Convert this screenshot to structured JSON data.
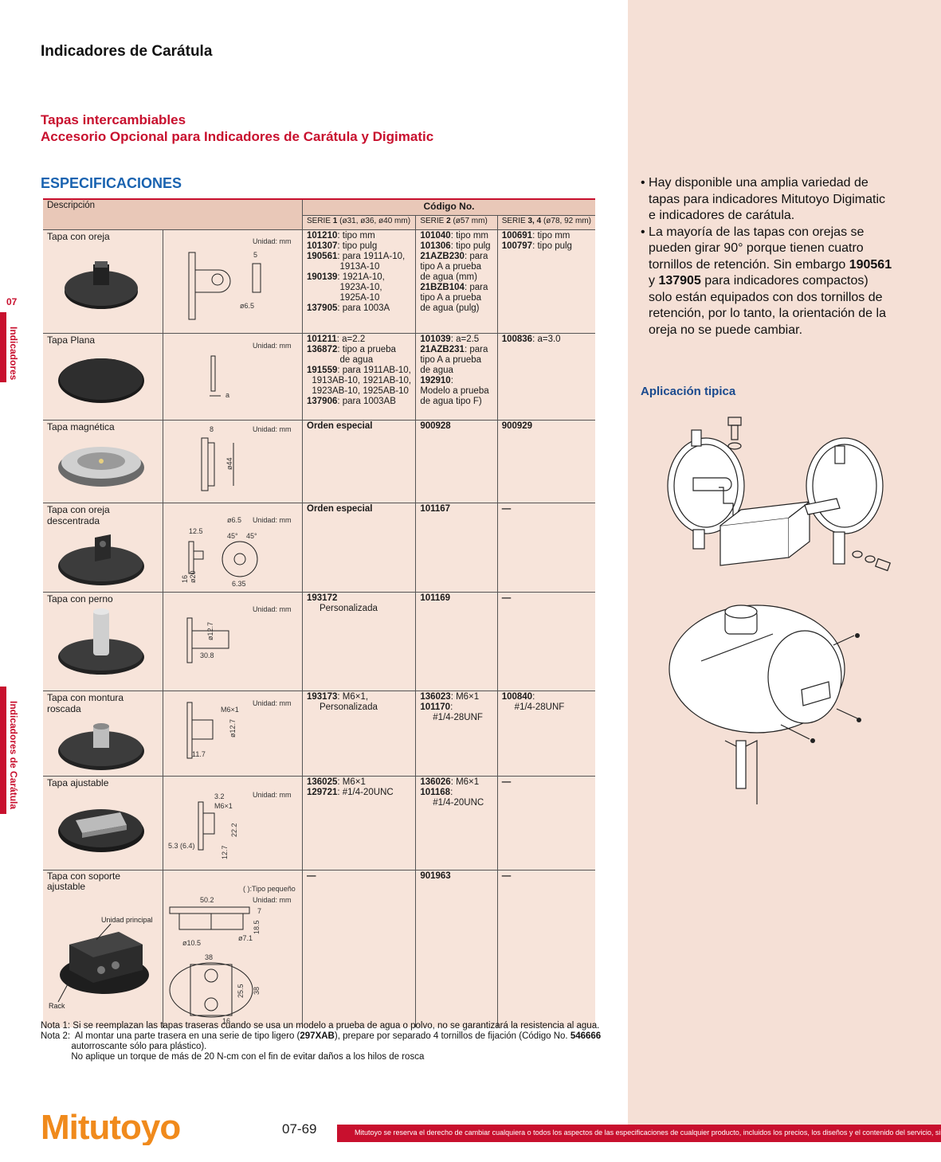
{
  "title": "Indicadores de Carátula",
  "subtitle_lines": [
    "Tapas intercambiables",
    "Accesorio Opcional para Indicadores de Carátula y Digimatic"
  ],
  "spec_heading": "ESPECIFICACIONES",
  "side": {
    "number": "07",
    "tab1": "Indicadores",
    "tab2": "Indicadores de Carátula"
  },
  "table": {
    "header": {
      "description": "Descripción",
      "code_no": "Código No.",
      "series": [
        "SERIE 1 (ø31, ø36, ø40 mm)",
        "SERIE 2 (ø57 mm)",
        "SERIE 3, 4 (ø78, 92 mm)"
      ]
    },
    "rows": [
      {
        "desc": "Tapa con oreja",
        "unit": "Unidad: mm",
        "s1": [
          "101210: tipo mm",
          "101307: tipo pulg",
          "190561: para 1911A-10,",
          "             1913A-10",
          "190139: 1921A-10,",
          "             1923A-10,",
          "             1925A-10",
          "137905: para 1003A"
        ],
        "s2": [
          "101040: tipo mm",
          "101306: tipo pulg",
          "21AZB230: para",
          "tipo A a prueba",
          "de agua (mm)",
          "21BZB104: para",
          "tipo A a prueba",
          "de agua (pulg)"
        ],
        "s3": [
          "100691: tipo mm",
          "100797: tipo pulg"
        ]
      },
      {
        "desc": "Tapa Plana",
        "unit": "Unidad: mm",
        "s1": [
          "101211: a=2.2",
          "136872: tipo a prueba",
          "             de agua",
          "191559: para 1911AB-10,",
          "  1913AB-10, 1921AB-10,",
          "  1923AB-10, 1925AB-10",
          "137906: para 1003AB"
        ],
        "s2": [
          "101039: a=2.5",
          "21AZB231: para",
          "tipo A a prueba",
          "de agua",
          "192910:",
          "Modelo a prueba",
          "de agua tipo F)"
        ],
        "s3": [
          "100836: a=3.0"
        ]
      },
      {
        "desc": "Tapa magnética",
        "unit": "Unidad: mm",
        "s1": [
          "Orden especial"
        ],
        "s2": [
          "900928"
        ],
        "s3": [
          "900929"
        ]
      },
      {
        "desc": "Tapa con oreja descentrada",
        "unit": "Unidad: mm",
        "s1": [
          "Orden especial"
        ],
        "s2": [
          "101167"
        ],
        "s3": [
          "—"
        ]
      },
      {
        "desc": "Tapa con perno",
        "unit": "Unidad: mm",
        "s1": [
          "193172",
          "     Personalizada"
        ],
        "s2": [
          "101169"
        ],
        "s3": [
          "—"
        ]
      },
      {
        "desc": "Tapa con montura roscada",
        "unit": "Unidad: mm",
        "s1": [
          "193173: M6×1,",
          "     Personalizada"
        ],
        "s2": [
          "136023: M6×1",
          "101170:",
          "     #1/4-28UNF"
        ],
        "s3": [
          "100840:",
          "     #1/4-28UNF"
        ]
      },
      {
        "desc": "Tapa ajustable",
        "unit": "Unidad: mm",
        "s1": [
          "136025: M6×1",
          "129721: #1/4-20UNC"
        ],
        "s2": [
          "136026: M6×1",
          "101168:",
          "     #1/4-20UNC"
        ],
        "s3": [
          "—"
        ]
      },
      {
        "desc": "Tapa con soporte\najustable",
        "unit": "Unidad: mm",
        "s1": [
          "—"
        ],
        "s2": [
          "901963"
        ],
        "s3": [
          "—"
        ]
      }
    ],
    "dims": {
      "r1": [
        "5",
        "ø6.5"
      ],
      "r2": [
        "a"
      ],
      "r3": [
        "8",
        "ø44"
      ],
      "r4": [
        "ø6.5",
        "12.5",
        "45°",
        "45°",
        "16",
        "ø20",
        "6.35"
      ],
      "r5": [
        "ø12.7",
        "30.8"
      ],
      "r6": [
        "M6×1",
        "ø12.7",
        "11.7"
      ],
      "r7": [
        "3.2",
        "M6×1",
        "22.2",
        "12.7",
        "5.3 (6.4)"
      ],
      "r8": [
        "( ):Tipo pequeño",
        "50.2",
        "7",
        "18.5",
        "ø10.5",
        "ø7.1",
        "38",
        "25.5",
        "38",
        "16",
        "Unidad principal",
        "Rack"
      ]
    }
  },
  "notes": [
    "Nota 1: Si se reemplazan las tapas traseras cuando se usa un modelo a prueba de agua o polvo, no se garantizará la resistencia al agua.",
    "Nota 2:  Al montar una parte trasera en una serie de tipo ligero (297XAB), prepare por separado 4 tornillos de fijación (Código No. 546666",
    "            autorroscante sólo para plástico).",
    "            No aplique un torque de más de 20 N-cm con el fin de evitar daños a los hilos de rosca"
  ],
  "bullets": [
    "Hay disponible una amplia variedad de tapas para indicadores Mitutoyo Digimatic e indicadores de carátula.",
    "La mayoría de las tapas con orejas se pueden girar 90° porque tienen cuatro tornillos de retención. Sin embargo 190561 y 137905 para indicadores compactos) solo están equipados con dos tornillos de retención, por lo tanto, la orientación de la oreja no se puede cambiar."
  ],
  "app_title": "Aplicación tipica",
  "footer": {
    "brand": "Mitutoyo",
    "page": "07-69",
    "disclaimer": "Mitutoyo se reserva el derecho de cambiar cualquiera o todos los aspectos de las especificaciones de cualquier producto, incluidos los precios, los diseños y el contenido del servicio, sin previo aviso"
  },
  "colors": {
    "accent_red": "#c8102e",
    "blue": "#1a63b0",
    "panel": "#f5e0d6",
    "logo_orange": "#f08a1c"
  }
}
